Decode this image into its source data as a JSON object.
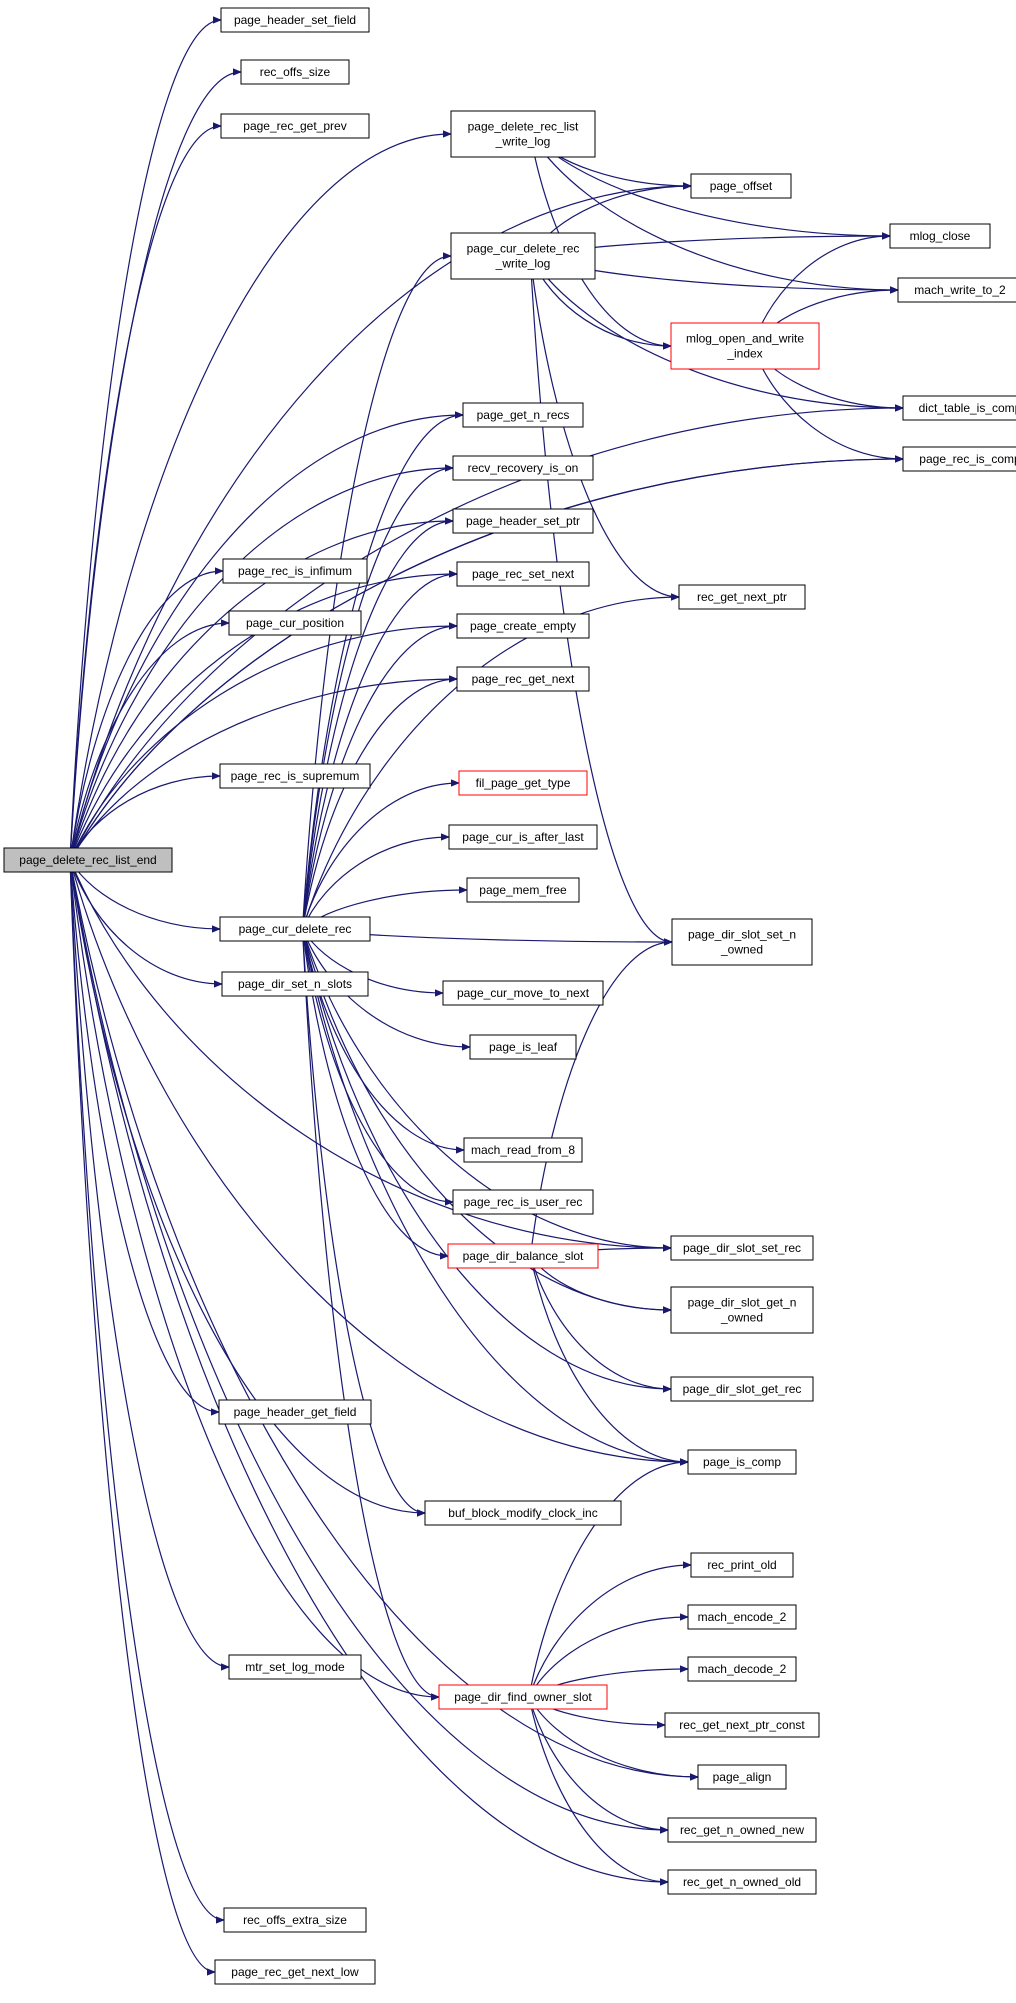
{
  "colors": {
    "edge": "#191970",
    "highlight": "#ff0000",
    "root_fill": "#bfbfbf"
  },
  "nodes": [
    {
      "id": "root",
      "lines": [
        "page_delete_rec_list_end"
      ],
      "style": "root"
    },
    {
      "id": "n1",
      "lines": [
        "page_header_set_field"
      ]
    },
    {
      "id": "n2",
      "lines": [
        "rec_offs_size"
      ]
    },
    {
      "id": "n3",
      "lines": [
        "page_rec_get_prev"
      ]
    },
    {
      "id": "n4",
      "lines": [
        "page_delete_rec_list",
        "_write_log"
      ]
    },
    {
      "id": "n5",
      "lines": [
        "page_offset"
      ]
    },
    {
      "id": "n6",
      "lines": [
        "mlog_close"
      ]
    },
    {
      "id": "n7",
      "lines": [
        "page_cur_delete_rec",
        "_write_log"
      ]
    },
    {
      "id": "n8",
      "lines": [
        "mach_write_to_2"
      ]
    },
    {
      "id": "n9",
      "lines": [
        "mlog_open_and_write",
        "_index"
      ],
      "style": "red"
    },
    {
      "id": "n10",
      "lines": [
        "dict_table_is_comp"
      ]
    },
    {
      "id": "n11",
      "lines": [
        "page_get_n_recs"
      ]
    },
    {
      "id": "n12",
      "lines": [
        "page_rec_is_comp"
      ]
    },
    {
      "id": "n13",
      "lines": [
        "recv_recovery_is_on"
      ]
    },
    {
      "id": "n14",
      "lines": [
        "page_header_set_ptr"
      ]
    },
    {
      "id": "n15",
      "lines": [
        "page_rec_is_infimum"
      ]
    },
    {
      "id": "n16",
      "lines": [
        "page_rec_set_next"
      ]
    },
    {
      "id": "n17",
      "lines": [
        "rec_get_next_ptr"
      ]
    },
    {
      "id": "n18",
      "lines": [
        "page_cur_position"
      ]
    },
    {
      "id": "n19",
      "lines": [
        "page_create_empty"
      ]
    },
    {
      "id": "n20",
      "lines": [
        "page_rec_get_next"
      ]
    },
    {
      "id": "n21",
      "lines": [
        "page_rec_is_supremum"
      ]
    },
    {
      "id": "n22",
      "lines": [
        "fil_page_get_type"
      ],
      "style": "red"
    },
    {
      "id": "n23",
      "lines": [
        "page_cur_is_after_last"
      ]
    },
    {
      "id": "n24",
      "lines": [
        "page_mem_free"
      ]
    },
    {
      "id": "n25",
      "lines": [
        "page_cur_delete_rec"
      ]
    },
    {
      "id": "n26",
      "lines": [
        "page_dir_slot_set_n",
        "_owned"
      ]
    },
    {
      "id": "n27",
      "lines": [
        "page_dir_set_n_slots"
      ]
    },
    {
      "id": "n28",
      "lines": [
        "page_cur_move_to_next"
      ]
    },
    {
      "id": "n29",
      "lines": [
        "page_is_leaf"
      ]
    },
    {
      "id": "n30",
      "lines": [
        "mach_read_from_8"
      ]
    },
    {
      "id": "n31",
      "lines": [
        "page_rec_is_user_rec"
      ]
    },
    {
      "id": "n32",
      "lines": [
        "page_dir_balance_slot"
      ],
      "style": "red"
    },
    {
      "id": "n33",
      "lines": [
        "page_dir_slot_set_rec"
      ]
    },
    {
      "id": "n34",
      "lines": [
        "page_dir_slot_get_n",
        "_owned"
      ]
    },
    {
      "id": "n35",
      "lines": [
        "page_dir_slot_get_rec"
      ]
    },
    {
      "id": "n36",
      "lines": [
        "page_header_get_field"
      ]
    },
    {
      "id": "n37",
      "lines": [
        "page_is_comp"
      ]
    },
    {
      "id": "n38",
      "lines": [
        "buf_block_modify_clock_inc"
      ]
    },
    {
      "id": "n39",
      "lines": [
        "rec_print_old"
      ]
    },
    {
      "id": "n40",
      "lines": [
        "mach_encode_2"
      ]
    },
    {
      "id": "n41",
      "lines": [
        "mtr_set_log_mode"
      ]
    },
    {
      "id": "n42",
      "lines": [
        "mach_decode_2"
      ]
    },
    {
      "id": "n43",
      "lines": [
        "page_dir_find_owner_slot"
      ],
      "style": "red"
    },
    {
      "id": "n44",
      "lines": [
        "rec_get_next_ptr_const"
      ]
    },
    {
      "id": "n45",
      "lines": [
        "page_align"
      ]
    },
    {
      "id": "n46",
      "lines": [
        "rec_get_n_owned_new"
      ]
    },
    {
      "id": "n47",
      "lines": [
        "rec_get_n_owned_old"
      ]
    },
    {
      "id": "n48",
      "lines": [
        "rec_offs_extra_size"
      ]
    },
    {
      "id": "n49",
      "lines": [
        "page_rec_get_next_low"
      ]
    }
  ],
  "edges": [
    [
      "root",
      "n1"
    ],
    [
      "root",
      "n2"
    ],
    [
      "root",
      "n3"
    ],
    [
      "root",
      "n4"
    ],
    [
      "root",
      "n5"
    ],
    [
      "root",
      "n12"
    ],
    [
      "root",
      "n11"
    ],
    [
      "root",
      "n13"
    ],
    [
      "root",
      "n14"
    ],
    [
      "root",
      "n15"
    ],
    [
      "root",
      "n16"
    ],
    [
      "root",
      "n18"
    ],
    [
      "root",
      "n19"
    ],
    [
      "root",
      "n20"
    ],
    [
      "root",
      "n21"
    ],
    [
      "root",
      "n10"
    ],
    [
      "root",
      "n25"
    ],
    [
      "root",
      "n27"
    ],
    [
      "root",
      "n33"
    ],
    [
      "root",
      "n36"
    ],
    [
      "root",
      "n37"
    ],
    [
      "root",
      "n38"
    ],
    [
      "root",
      "n12"
    ],
    [
      "root",
      "n41"
    ],
    [
      "root",
      "n43"
    ],
    [
      "root",
      "n45"
    ],
    [
      "root",
      "n46"
    ],
    [
      "root",
      "n47"
    ],
    [
      "root",
      "n48"
    ],
    [
      "root",
      "n49"
    ],
    [
      "n4",
      "n5"
    ],
    [
      "n4",
      "n6"
    ],
    [
      "n4",
      "n8"
    ],
    [
      "n4",
      "n9"
    ],
    [
      "n7",
      "n5"
    ],
    [
      "n7",
      "n6"
    ],
    [
      "n7",
      "n8"
    ],
    [
      "n7",
      "n9"
    ],
    [
      "n7",
      "n10"
    ],
    [
      "n7",
      "n17"
    ],
    [
      "n7",
      "n26"
    ],
    [
      "n9",
      "n6"
    ],
    [
      "n9",
      "n8"
    ],
    [
      "n9",
      "n10"
    ],
    [
      "n9",
      "n12"
    ],
    [
      "n25",
      "n7"
    ],
    [
      "n25",
      "n11"
    ],
    [
      "n25",
      "n13"
    ],
    [
      "n25",
      "n14"
    ],
    [
      "n25",
      "n16"
    ],
    [
      "n25",
      "n17"
    ],
    [
      "n25",
      "n19"
    ],
    [
      "n25",
      "n20"
    ],
    [
      "n25",
      "n22"
    ],
    [
      "n25",
      "n23"
    ],
    [
      "n25",
      "n24"
    ],
    [
      "n25",
      "n26"
    ],
    [
      "n25",
      "n28"
    ],
    [
      "n25",
      "n29"
    ],
    [
      "n25",
      "n30"
    ],
    [
      "n25",
      "n31"
    ],
    [
      "n25",
      "n32"
    ],
    [
      "n25",
      "n33"
    ],
    [
      "n25",
      "n34"
    ],
    [
      "n25",
      "n35"
    ],
    [
      "n25",
      "n37"
    ],
    [
      "n25",
      "n38"
    ],
    [
      "n25",
      "n43"
    ],
    [
      "n32",
      "n26"
    ],
    [
      "n32",
      "n33"
    ],
    [
      "n32",
      "n34"
    ],
    [
      "n32",
      "n35"
    ],
    [
      "n32",
      "n37"
    ],
    [
      "n43",
      "n37"
    ],
    [
      "n43",
      "n39"
    ],
    [
      "n43",
      "n40"
    ],
    [
      "n43",
      "n42"
    ],
    [
      "n43",
      "n44"
    ],
    [
      "n43",
      "n45"
    ],
    [
      "n43",
      "n46"
    ],
    [
      "n43",
      "n47"
    ]
  ]
}
